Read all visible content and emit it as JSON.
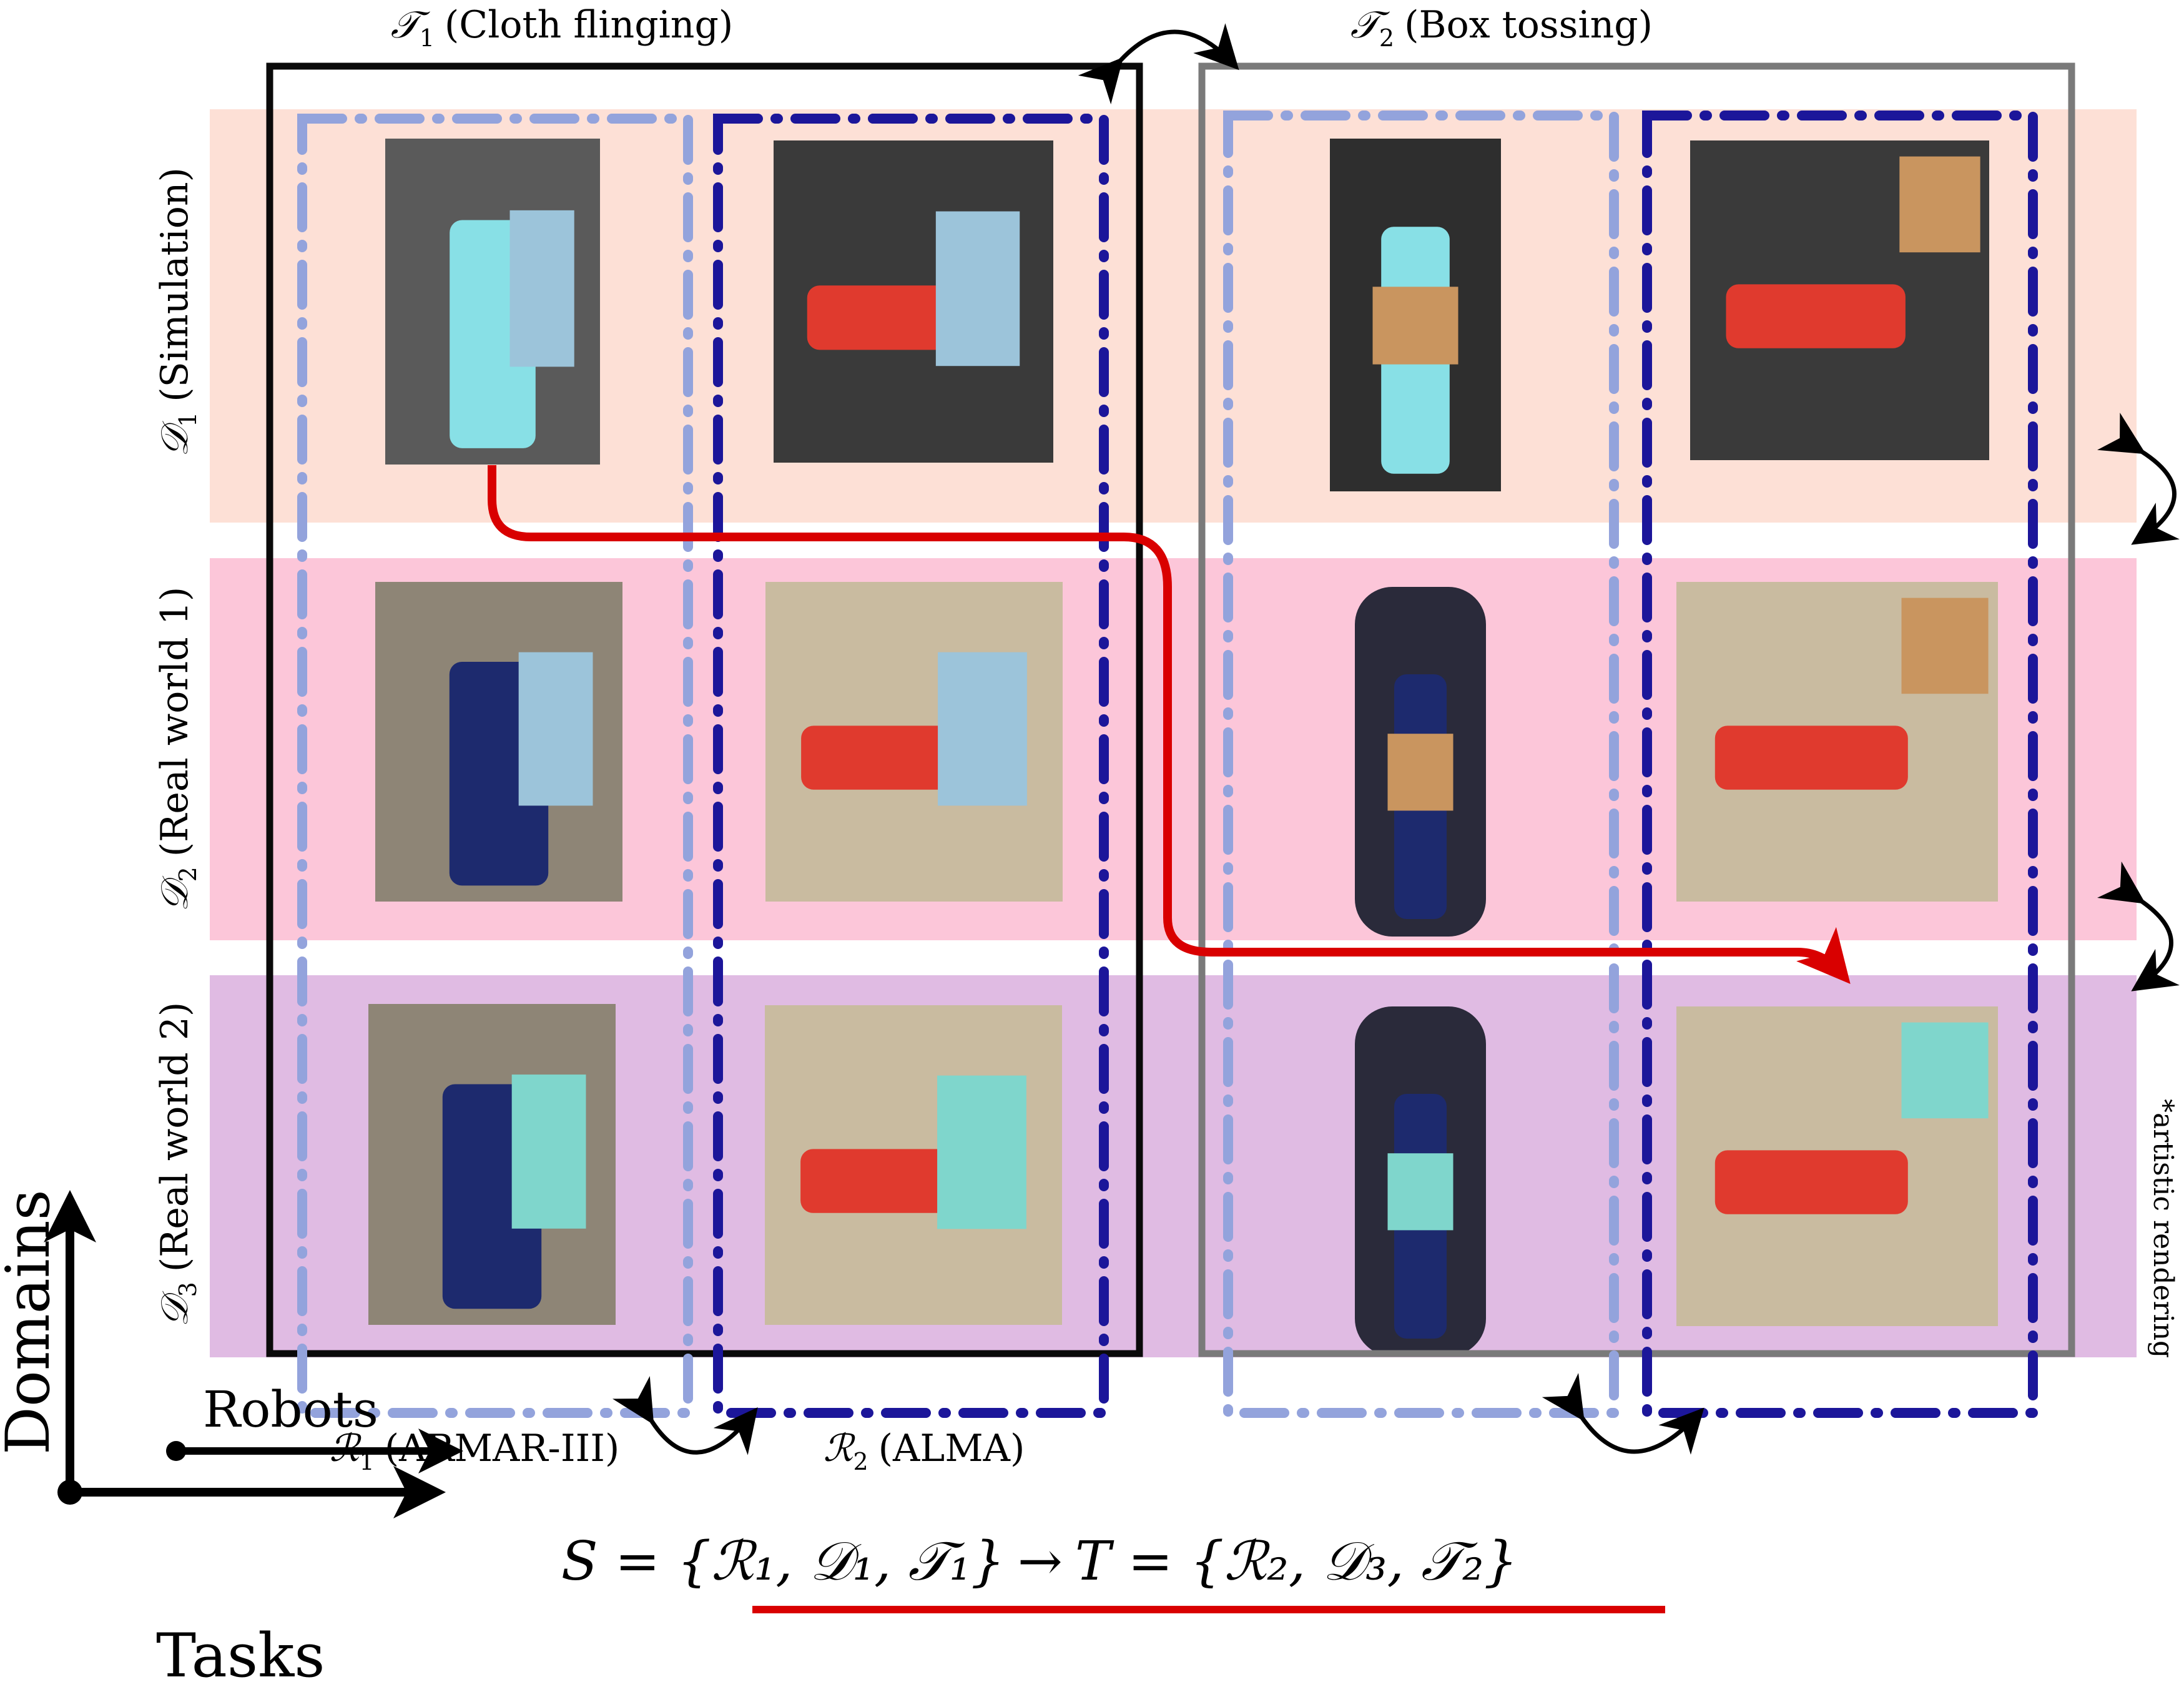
{
  "figure": {
    "tasks": [
      {
        "symbol": "𝒯",
        "sub": "1",
        "name": "(Cloth flinging)"
      },
      {
        "symbol": "𝒯",
        "sub": "2",
        "name": "(Box tossing)"
      }
    ],
    "domains": [
      {
        "symbol": "𝒟",
        "sub": "1",
        "name": "(Simulation)",
        "color": "#fde0d6"
      },
      {
        "symbol": "𝒟",
        "sub": "2",
        "name": "(Real world 1)",
        "color": "#fcc6d9"
      },
      {
        "symbol": "𝒟",
        "sub": "3",
        "name": "(Real world 2)",
        "color": "#e0bbe3"
      }
    ],
    "robots": [
      {
        "symbol": "ℛ",
        "sub": "1",
        "name": "(ARMAR-III)",
        "color": "#93a3dc"
      },
      {
        "symbol": "ℛ",
        "sub": "2",
        "name": "(ALMA)",
        "color": "#1c169a"
      }
    ],
    "task_box_colors": {
      "t1": "#0a0a0a",
      "t2": "#7a7a7a"
    },
    "transfer_arrow_color": "#d90000",
    "equation": {
      "source": "S = {ℛ₁, 𝒟₁, 𝒯₁}",
      "arrow": "→",
      "target": "T = {ℛ₂, 𝒟₃, 𝒯₂}",
      "underline_color": "#d90000"
    },
    "axes": {
      "domains_label": "Domains",
      "robots_label": "Robots",
      "tasks_label": "Tasks"
    },
    "footnote": "*artistic rendering",
    "cells": [
      {
        "domain": "D1",
        "robot": "R1",
        "task": "T1",
        "caption": "ARMAR-III simulation cloth flinging",
        "bg": "#5a5a5a"
      },
      {
        "domain": "D1",
        "robot": "R2",
        "task": "T1",
        "caption": "ALMA simulation cloth flinging",
        "bg": "#3a3a3a"
      },
      {
        "domain": "D1",
        "robot": "R1",
        "task": "T2",
        "caption": "ARMAR-III simulation box tossing",
        "bg": "#2e2e2e"
      },
      {
        "domain": "D1",
        "robot": "R2",
        "task": "T2",
        "caption": "ALMA simulation box tossing",
        "bg": "#3a3a3a"
      },
      {
        "domain": "D2",
        "robot": "R1",
        "task": "T1",
        "caption": "ARMAR-III real world 1 cloth",
        "bg": "#8e8576"
      },
      {
        "domain": "D2",
        "robot": "R2",
        "task": "T1",
        "caption": "ALMA real world 1 cloth",
        "bg": "#c9bba0"
      },
      {
        "domain": "D2",
        "robot": "R1",
        "task": "T2",
        "caption": "ARMAR-III real world 1 box",
        "bg": "none"
      },
      {
        "domain": "D2",
        "robot": "R2",
        "task": "T2",
        "caption": "ALMA real world 1 box",
        "bg": "#c9bba0"
      },
      {
        "domain": "D3",
        "robot": "R1",
        "task": "T1",
        "caption": "ARMAR-III real world 2 cloth",
        "bg": "#8e8576"
      },
      {
        "domain": "D3",
        "robot": "R2",
        "task": "T1",
        "caption": "ALMA real world 2 cloth",
        "bg": "#c9bba0"
      },
      {
        "domain": "D3",
        "robot": "R1",
        "task": "T2",
        "caption": "ARMAR-III real world 2 box",
        "bg": "none"
      },
      {
        "domain": "D3",
        "robot": "R2",
        "task": "T2",
        "caption": "ALMA real world 2 box",
        "bg": "#c9bba0"
      }
    ]
  }
}
